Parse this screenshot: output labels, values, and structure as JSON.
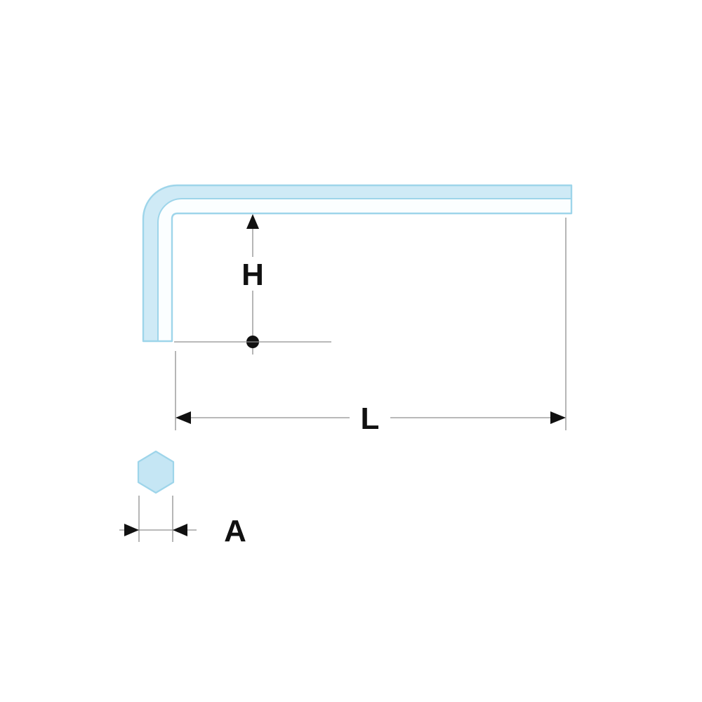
{
  "diagram": {
    "name": "hex-key-dimension-drawing",
    "labels": {
      "height": "H",
      "length": "L",
      "across_flats": "A"
    },
    "colors": {
      "key_stroke": "#9ed5ea",
      "key_body_fill": "#fbfeff",
      "key_band_fill": "#cfeaf6",
      "hexagon_fill": "#c5e6f4",
      "dimension_line": "#8f8f8f",
      "arrow": "#111111",
      "label_text": "#111111"
    },
    "shapes": {
      "tool": "L-shaped hex key (allen key) side view",
      "cross_section": "hexagon"
    }
  }
}
